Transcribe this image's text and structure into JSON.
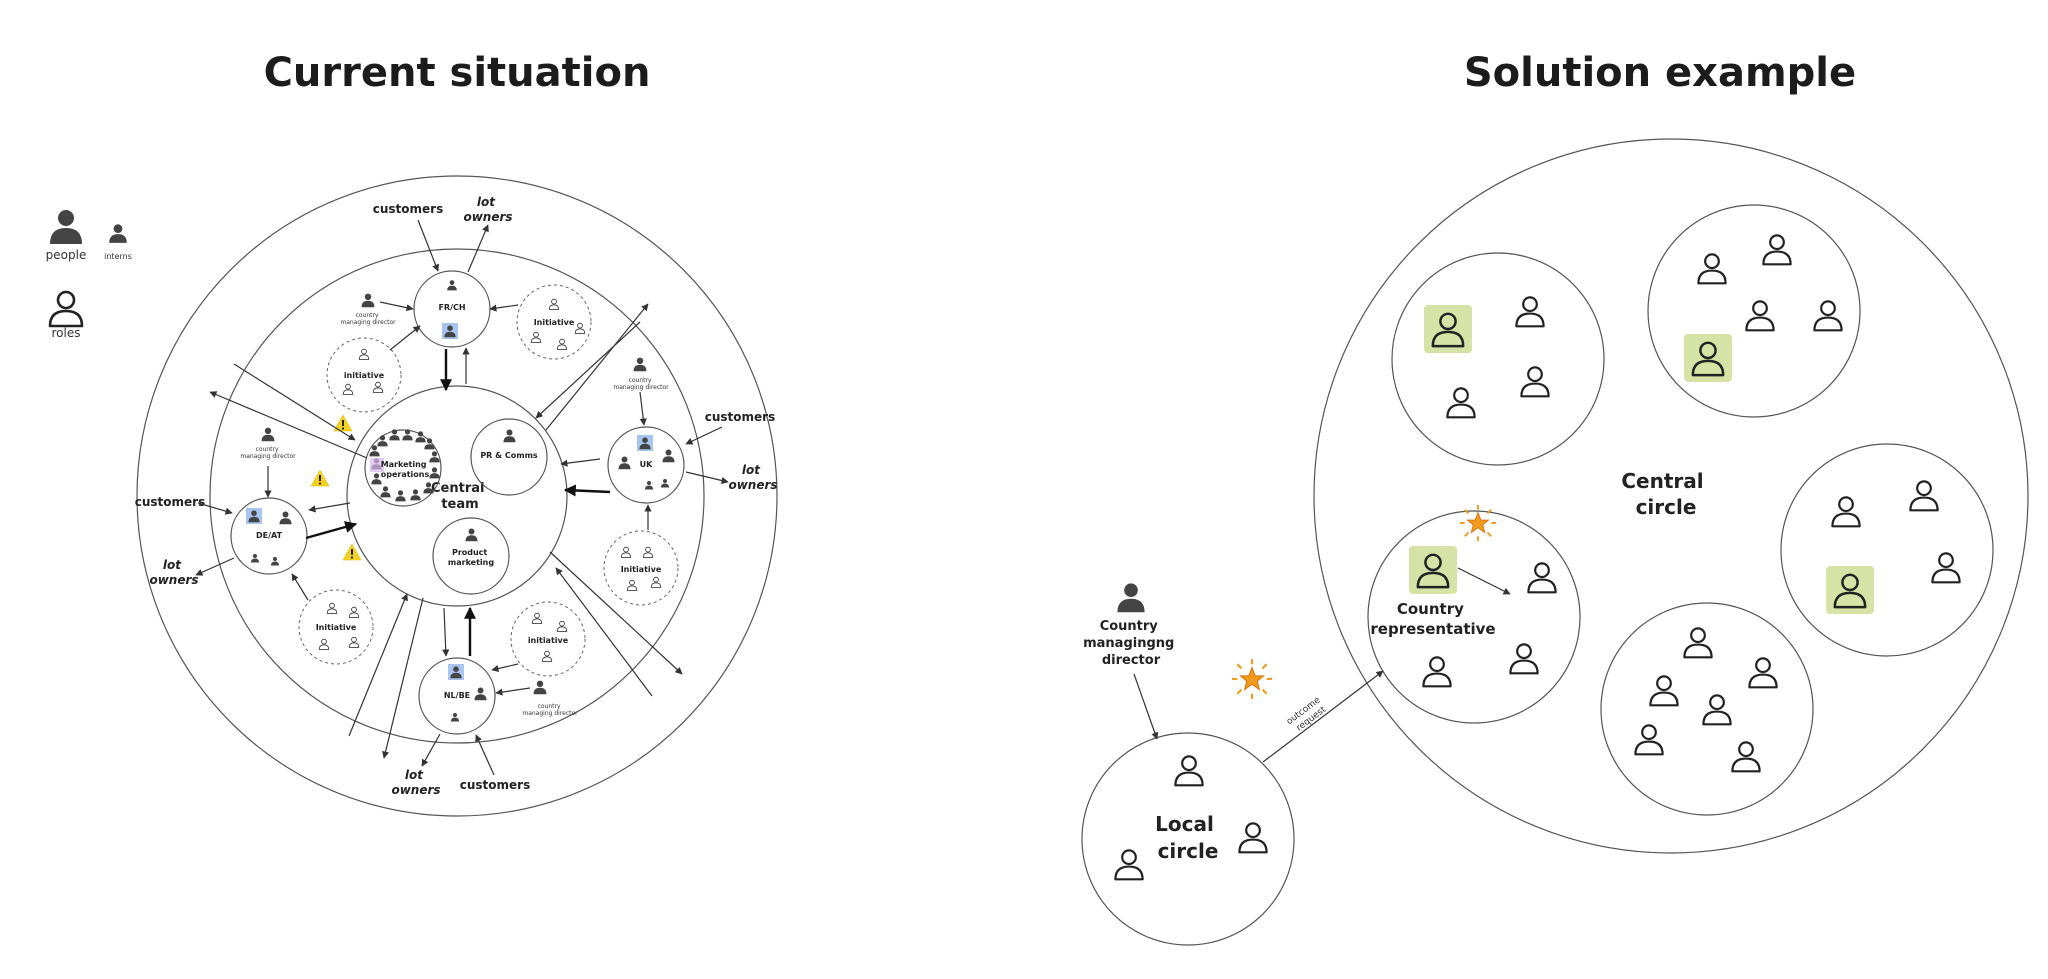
{
  "titles": {
    "current": "Current situation",
    "solution": "Solution example"
  },
  "legend": {
    "people": "people",
    "interns": "interns",
    "roles": "roles"
  },
  "current": {
    "central_team": "Central\nteam",
    "marketing_ops": "Marketing\noperations",
    "pr_comms": "PR & Comms",
    "product_marketing": "Product\nmarketing",
    "countries": {
      "frch": "FR/CH",
      "uk": "UK",
      "deat": "DE/AT",
      "nlbe": "NL/BE"
    },
    "initiative_lower": "initiative",
    "initiative_upper": "Initiative",
    "country_md": "country\nmanaging director",
    "customers": "customers",
    "lot_owners": "lot\nowners"
  },
  "solution": {
    "central_circle": "Central\ncircle",
    "local_circle": "Local\ncircle",
    "country_rep": "Country\nrepresentative",
    "country_md": "Country\nmanagingng\ndirector",
    "outcome_request": "outcome\nrequest"
  },
  "colors": {
    "highlight_green": "#d6e3a6",
    "highlight_blue": "#a8c4f0",
    "highlight_purple": "#d7b8ef",
    "warning_yellow": "#f4d21f",
    "star_orange": "#f29a1c"
  }
}
